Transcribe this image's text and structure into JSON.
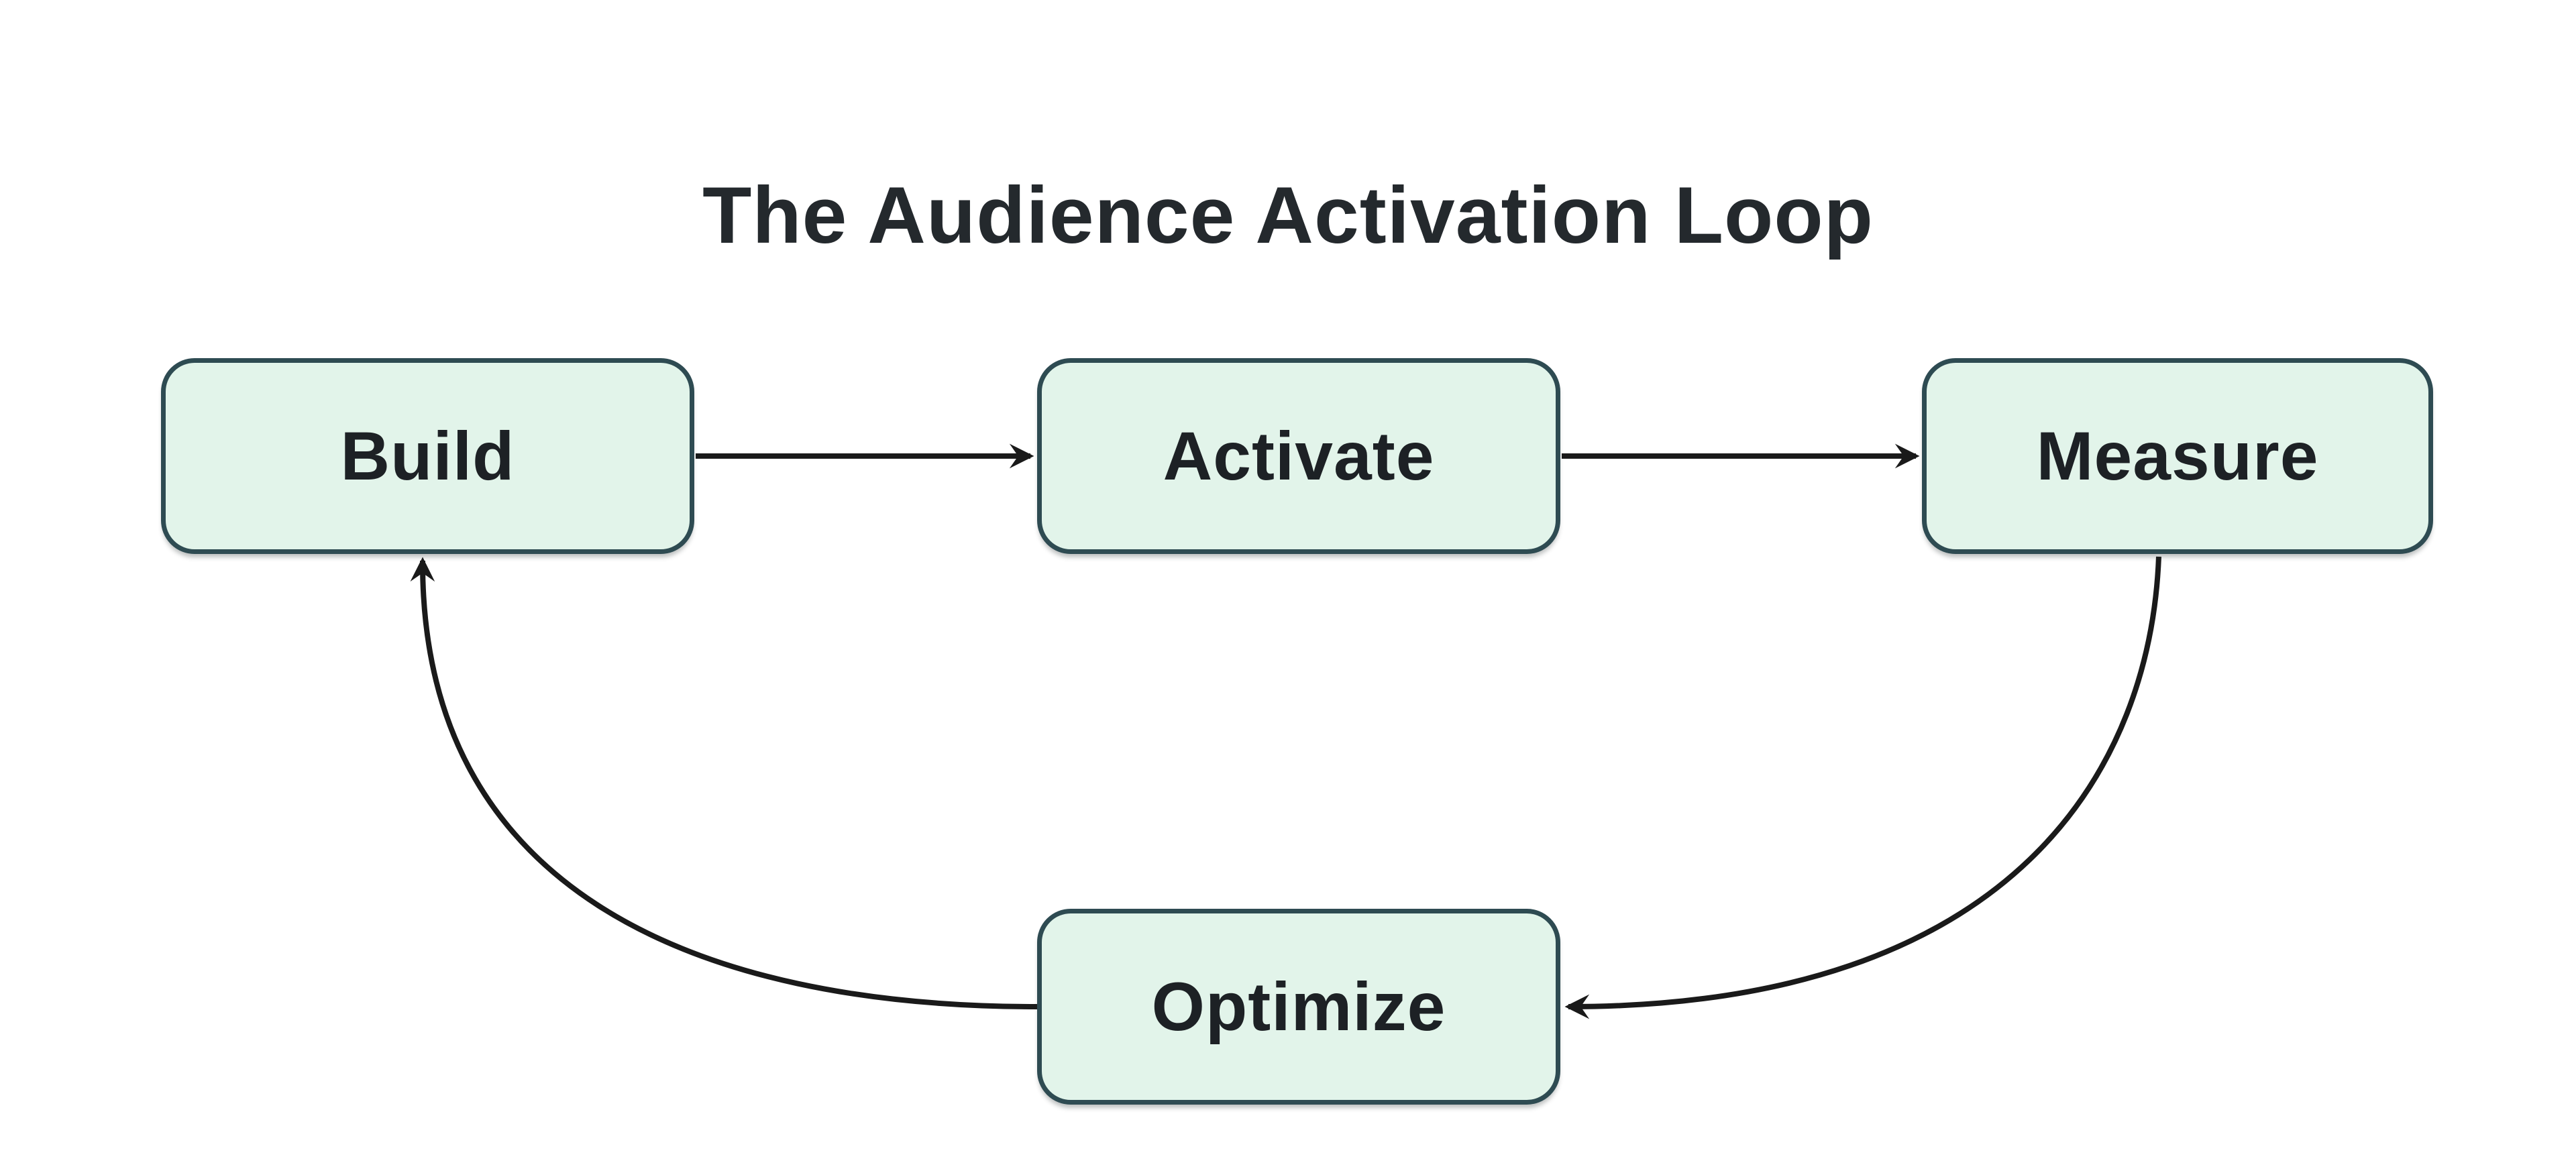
{
  "title": "The Audience Activation Loop",
  "diagram": {
    "type": "flowchart-loop",
    "nodes": [
      {
        "id": "build",
        "label": "Build"
      },
      {
        "id": "activate",
        "label": "Activate"
      },
      {
        "id": "measure",
        "label": "Measure"
      },
      {
        "id": "optimize",
        "label": "Optimize"
      }
    ],
    "edges": [
      {
        "from": "build",
        "to": "activate",
        "style": "straight"
      },
      {
        "from": "activate",
        "to": "measure",
        "style": "straight"
      },
      {
        "from": "measure",
        "to": "optimize",
        "style": "curved"
      },
      {
        "from": "optimize",
        "to": "build",
        "style": "curved"
      }
    ]
  },
  "colors": {
    "background": "#ffffff",
    "node_fill": "#e2f4ea",
    "node_border": "#2e4b52",
    "edge_stroke": "#1a1a1a",
    "title_text": "#24292d",
    "node_text": "#1d2125"
  }
}
